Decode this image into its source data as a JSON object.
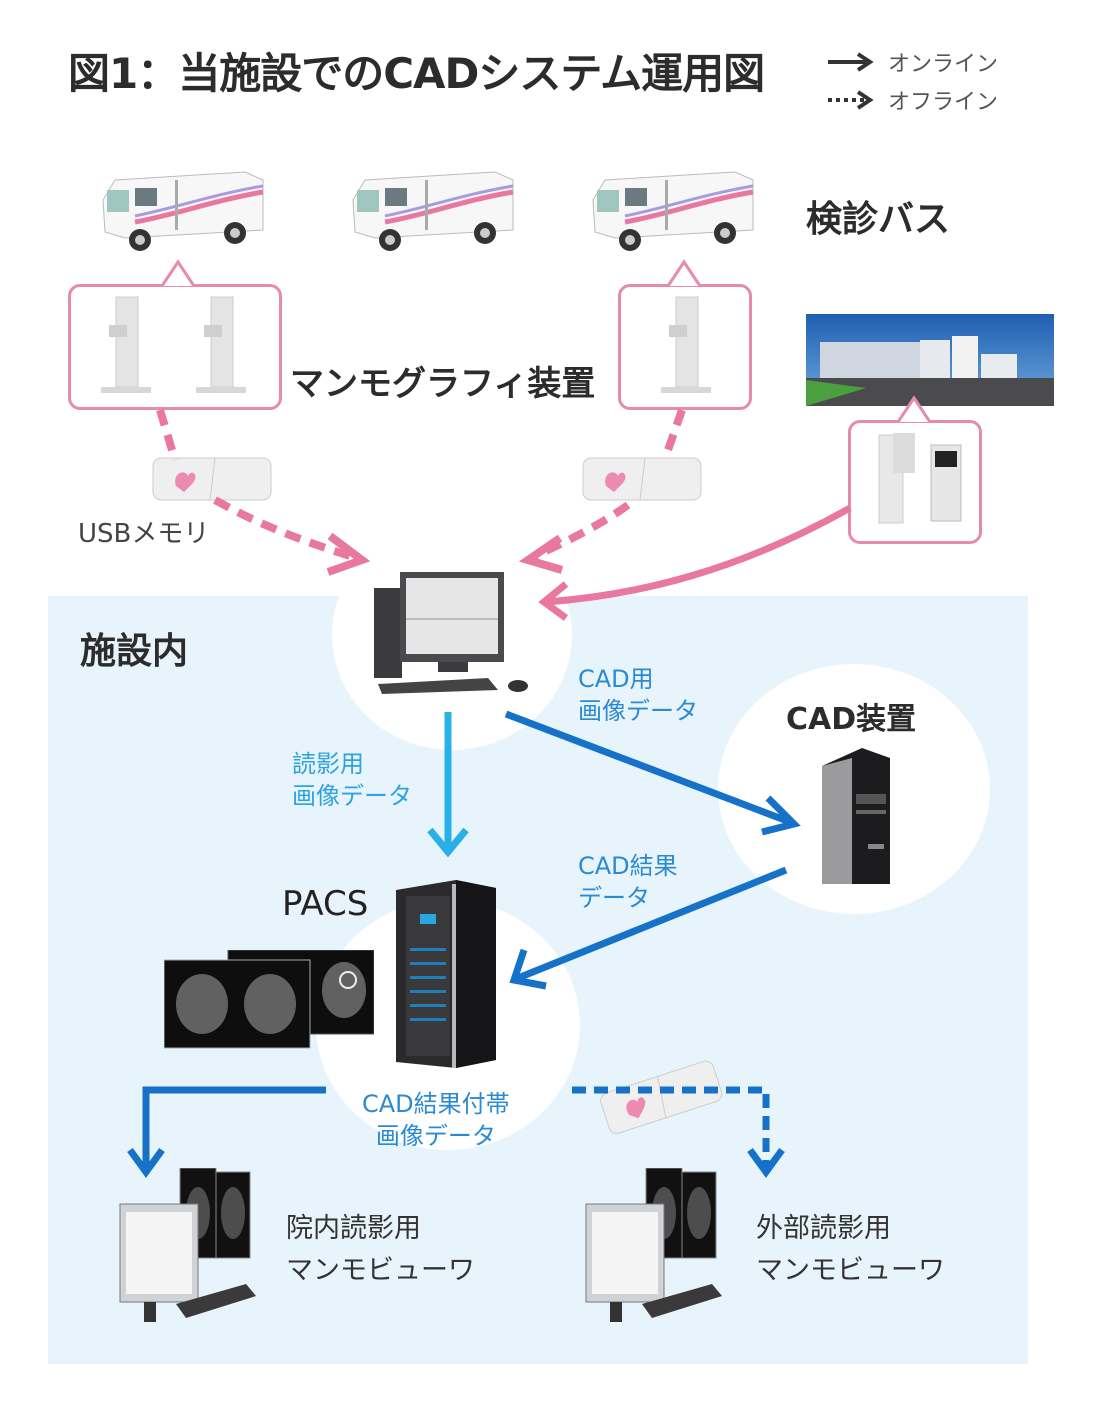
{
  "title": "図1：当施設でのCADシステム運用図",
  "legend": {
    "online": "オンライン",
    "offline": "オフライン"
  },
  "labels": {
    "bus": "検診バス",
    "mammography": "マンモグラフィ装置",
    "usb": "USBメモリ",
    "facility": "施設内",
    "cad_device": "CAD装置",
    "pacs": "PACS",
    "cad_image_line1": "CAD用",
    "cad_image_line2": "画像データ",
    "reading_image_line1": "読影用",
    "reading_image_line2": "画像データ",
    "cad_result_line1": "CAD結果",
    "cad_result_line2": "データ",
    "cad_attached_line1": "CAD結果付帯",
    "cad_attached_line2": "画像データ",
    "internal_viewer_line1": "院内読影用",
    "internal_viewer_line2": "マンモビューワ",
    "external_viewer_line1": "外部読影用",
    "external_viewer_line2": "マンモビューワ"
  },
  "colors": {
    "pink": "#e8789f",
    "light_blue": "#29b0e8",
    "dark_blue": "#1572c8",
    "zone_bg": "#e8f4fc",
    "title_text": "#2c2c2c"
  }
}
